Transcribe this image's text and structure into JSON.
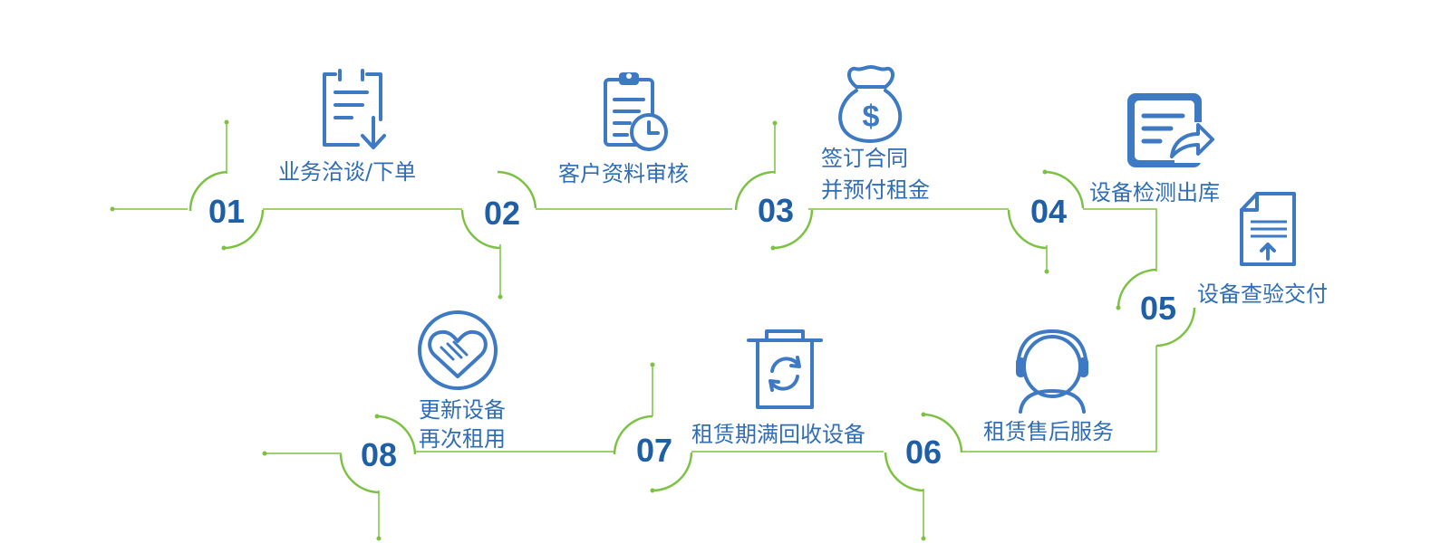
{
  "colors": {
    "line": "#7cc242",
    "number": "#1f5fa6",
    "label": "#2f6db4",
    "icon": "#3e7ac4"
  },
  "steps": [
    {
      "num": "01",
      "label": [
        "业务洽谈/下单"
      ],
      "icon": "clipboard-download-icon"
    },
    {
      "num": "02",
      "label": [
        "客户资料审核"
      ],
      "icon": "clipboard-clock-icon"
    },
    {
      "num": "03",
      "label": [
        "签订合同",
        "并预付租金"
      ],
      "icon": "money-bag-icon"
    },
    {
      "num": "04",
      "label": [
        "设备检测出库"
      ],
      "icon": "document-share-icon"
    },
    {
      "num": "05",
      "label": [
        "设备查验交付"
      ],
      "icon": "document-upload-icon"
    },
    {
      "num": "06",
      "label": [
        "租赁售后服务"
      ],
      "icon": "headset-support-icon"
    },
    {
      "num": "07",
      "label": [
        "租赁期满回收设备"
      ],
      "icon": "recycle-bin-icon"
    },
    {
      "num": "08",
      "label": [
        "更新设备",
        "再次租用"
      ],
      "icon": "handshake-heart-icon"
    }
  ]
}
